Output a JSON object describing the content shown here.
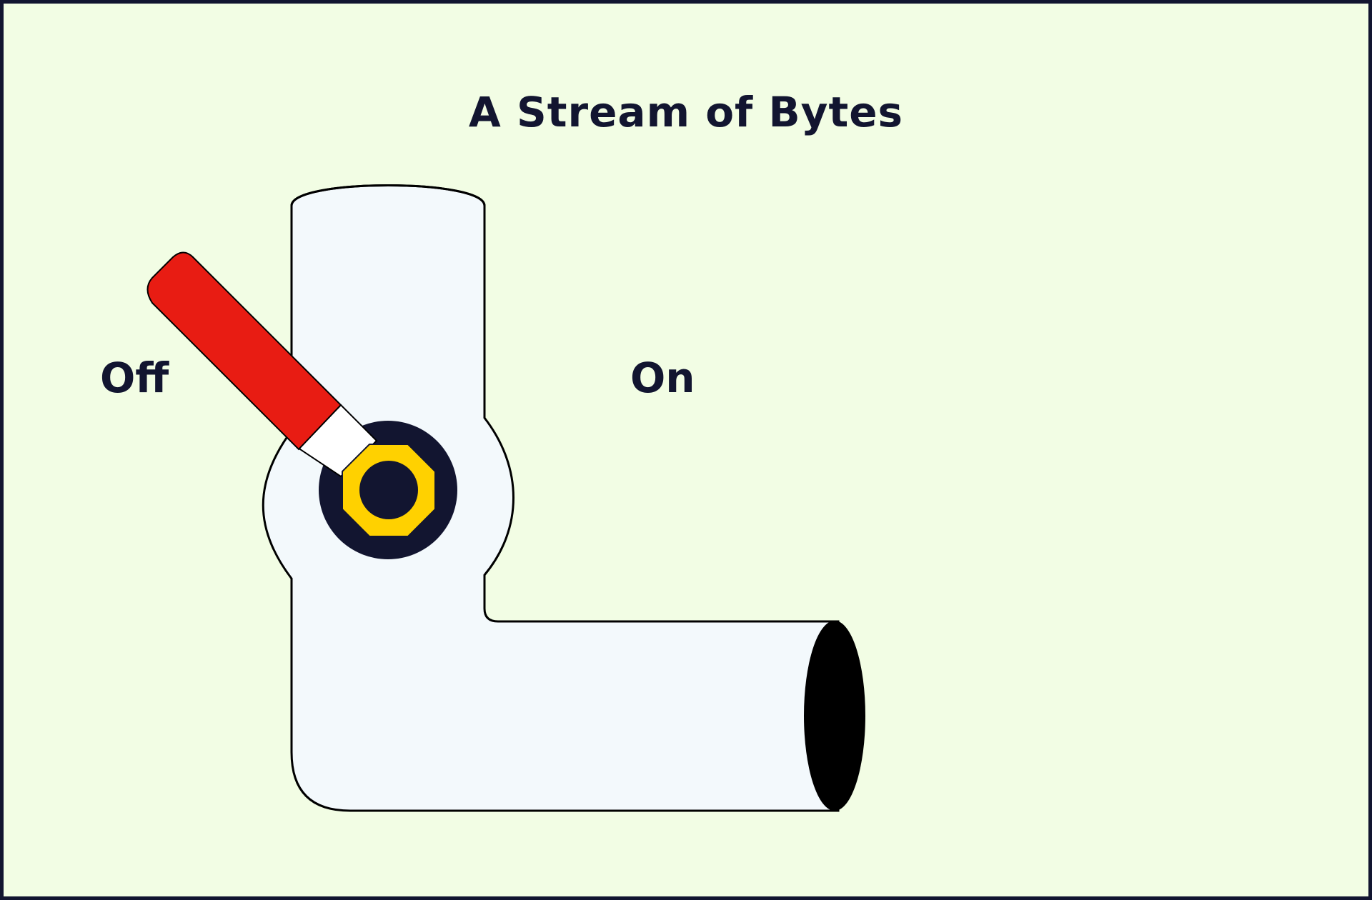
{
  "diagram": {
    "title": "A Stream of Bytes",
    "off_label": "Off",
    "on_label": "On",
    "valve_state": "off"
  },
  "colors": {
    "background": "#f2fde4",
    "border": "#121530",
    "pipe_fill": "#f3f9fc",
    "pipe_outline": "#000000",
    "pipe_opening": "#000000",
    "handle": "#e81c13",
    "handle_neck": "#ffffff",
    "hub": "#121530",
    "nut": "#ffd100"
  }
}
